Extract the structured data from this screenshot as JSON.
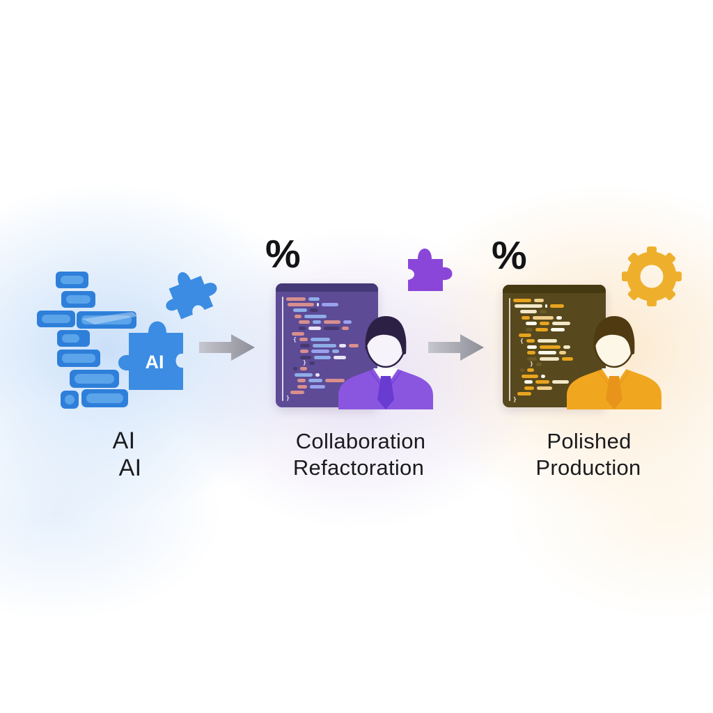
{
  "scene": {
    "stage1": {
      "label_line1": "AI",
      "label_line2": "AI",
      "puzzle_label": "AI",
      "icons": [
        "code-blocks-icon",
        "puzzle-piece-icon",
        "ai-puzzle-piece-icon"
      ]
    },
    "arrow1": {
      "icon": "arrow-right-icon"
    },
    "stage2": {
      "percent_symbol": "%",
      "label_line1": "Collaboration",
      "label_line2": "Refactoration",
      "icons": [
        "percent-symbol",
        "code-panel",
        "person-avatar",
        "puzzle-piece-icon"
      ]
    },
    "arrow2": {
      "icon": "arrow-right-icon"
    },
    "stage3": {
      "percent_symbol": "%",
      "label_line1": "Polished",
      "label_line2": "Production",
      "icons": [
        "percent-symbol",
        "code-panel",
        "person-avatar",
        "gear-icon"
      ]
    }
  },
  "theme": {
    "text-dark": "#1b1b1e",
    "block-blue": "#2e7fd9",
    "block-blue-inner": "#5ba4ea",
    "puzzle-blue": "#3b8ce2",
    "puzzle-purple": "#8a46d8",
    "panel-purple": "#5d4b96",
    "panel-purple-header": "#453877",
    "suit-purple": "#8a56e0",
    "tie-purple": "#6a3bd1",
    "hair-dark-purple": "#2c2145",
    "face-light": "#f6f3fb",
    "panel-olive": "#57491d",
    "panel-olive-header": "#443910",
    "suit-gold": "#f0a61f",
    "tie-gold": "#e8941a",
    "hair-brown": "#4f3a12",
    "face-cream": "#fdf7e8",
    "gear-gold": "#eeb02c",
    "arrow-light": "#c6c6cf",
    "arrow-dark": "#8e8e98",
    "shirt-white": "#ffffff"
  },
  "code_panels": {
    "collaboration": {
      "palette": {
        "a": "#d98f8c",
        "b": "#8fade8",
        "c": "#9aa2ee",
        "w": "#e9e6f4",
        "d": "#46396e"
      },
      "brace_color": "#ece9f7",
      "lines": [
        {
          "i": 0,
          "s": [
            [
              "a",
              28
            ],
            [
              "b",
              16
            ]
          ]
        },
        {
          "i": 2,
          "s": [
            [
              "a",
              38
            ],
            [
              "w",
              3
            ],
            [
              "c",
              24
            ]
          ]
        },
        {
          "i": 10,
          "s": [
            [
              "b",
              20
            ],
            [
              "d",
              12
            ]
          ]
        },
        {
          "i": 12,
          "s": [
            [
              "a",
              10
            ],
            [
              "b",
              32
            ]
          ]
        },
        {
          "i": 18,
          "s": [
            [
              "a",
              16
            ],
            [
              "b",
              12
            ],
            [
              "a",
              24
            ],
            [
              "c",
              12
            ]
          ]
        },
        {
          "i": 18,
          "s": [
            [
              "d",
              10
            ],
            [
              "w",
              18
            ],
            [
              "d",
              22
            ],
            [
              "a",
              10
            ]
          ]
        },
        {
          "i": 8,
          "s": [
            [
              "a",
              18
            ]
          ]
        },
        {
          "i": 10,
          "s": [
            [
              "t",
              "{"
            ],
            [
              "a",
              12
            ],
            [
              "b",
              28
            ]
          ]
        },
        {
          "i": 20,
          "s": [
            [
              "d",
              14
            ],
            [
              "b",
              34
            ],
            [
              "w",
              10
            ],
            [
              "a",
              14
            ]
          ]
        },
        {
          "i": 20,
          "s": [
            [
              "a",
              12
            ],
            [
              "c",
              26
            ],
            [
              "b",
              10
            ]
          ]
        },
        {
          "i": 20,
          "s": [
            [
              "d",
              16
            ],
            [
              "b",
              24
            ],
            [
              "w",
              18
            ]
          ]
        },
        {
          "i": 24,
          "s": [
            [
              "t",
              "}"
            ],
            [
              "d",
              8
            ]
          ]
        },
        {
          "i": 10,
          "s": [
            [
              "d",
              6
            ],
            [
              "a",
              10
            ]
          ]
        },
        {
          "i": 12,
          "s": [
            [
              "b",
              26
            ],
            [
              "w",
              6
            ]
          ]
        },
        {
          "i": 16,
          "s": [
            [
              "a",
              12
            ],
            [
              "b",
              20
            ],
            [
              "a",
              28
            ]
          ]
        },
        {
          "i": 16,
          "s": [
            [
              "a",
              14
            ],
            [
              "c",
              22
            ]
          ]
        },
        {
          "i": 6,
          "s": [
            [
              "a",
              20
            ]
          ]
        },
        {
          "i": 0,
          "s": [
            [
              "t",
              "}"
            ]
          ]
        }
      ]
    },
    "production": {
      "palette": {
        "a": "#e8a41f",
        "b": "#f2e7c8",
        "c": "#f0cf8a",
        "w": "#fbf8ee",
        "d": "#6b5a28"
      },
      "brace_color": "#f6f2e2",
      "lines": [
        {
          "i": 0,
          "s": [
            [
              "a",
              26
            ],
            [
              "c",
              14
            ]
          ]
        },
        {
          "i": 2,
          "s": [
            [
              "b",
              40
            ],
            [
              "w",
              3
            ],
            [
              "a",
              20
            ]
          ]
        },
        {
          "i": 10,
          "s": [
            [
              "b",
              24
            ],
            [
              "d",
              10
            ]
          ]
        },
        {
          "i": 12,
          "s": [
            [
              "a",
              12
            ],
            [
              "c",
              30
            ],
            [
              "w",
              8
            ]
          ]
        },
        {
          "i": 18,
          "s": [
            [
              "w",
              16
            ],
            [
              "a",
              14
            ],
            [
              "b",
              26
            ]
          ]
        },
        {
          "i": 18,
          "s": [
            [
              "d",
              10
            ],
            [
              "a",
              18
            ],
            [
              "w",
              20
            ]
          ]
        },
        {
          "i": 8,
          "s": [
            [
              "a",
              18
            ]
          ]
        },
        {
          "i": 10,
          "s": [
            [
              "t",
              "{"
            ],
            [
              "a",
              12
            ],
            [
              "b",
              28
            ]
          ]
        },
        {
          "i": 20,
          "s": [
            [
              "w",
              14
            ],
            [
              "a",
              30
            ],
            [
              "b",
              10
            ]
          ]
        },
        {
          "i": 20,
          "s": [
            [
              "a",
              12
            ],
            [
              "w",
              26
            ],
            [
              "c",
              10
            ]
          ]
        },
        {
          "i": 20,
          "s": [
            [
              "d",
              14
            ],
            [
              "b",
              28
            ],
            [
              "a",
              16
            ]
          ]
        },
        {
          "i": 24,
          "s": [
            [
              "t",
              "}"
            ],
            [
              "d",
              8
            ]
          ]
        },
        {
          "i": 10,
          "s": [
            [
              "d",
              6
            ],
            [
              "a",
              10
            ]
          ]
        },
        {
          "i": 12,
          "s": [
            [
              "a",
              24
            ],
            [
              "w",
              6
            ]
          ]
        },
        {
          "i": 16,
          "s": [
            [
              "w",
              12
            ],
            [
              "a",
              20
            ],
            [
              "b",
              24
            ]
          ]
        },
        {
          "i": 16,
          "s": [
            [
              "a",
              14
            ],
            [
              "c",
              22
            ]
          ]
        },
        {
          "i": 6,
          "s": [
            [
              "a",
              20
            ]
          ]
        },
        {
          "i": 0,
          "s": [
            [
              "t",
              "}"
            ]
          ]
        }
      ]
    }
  }
}
